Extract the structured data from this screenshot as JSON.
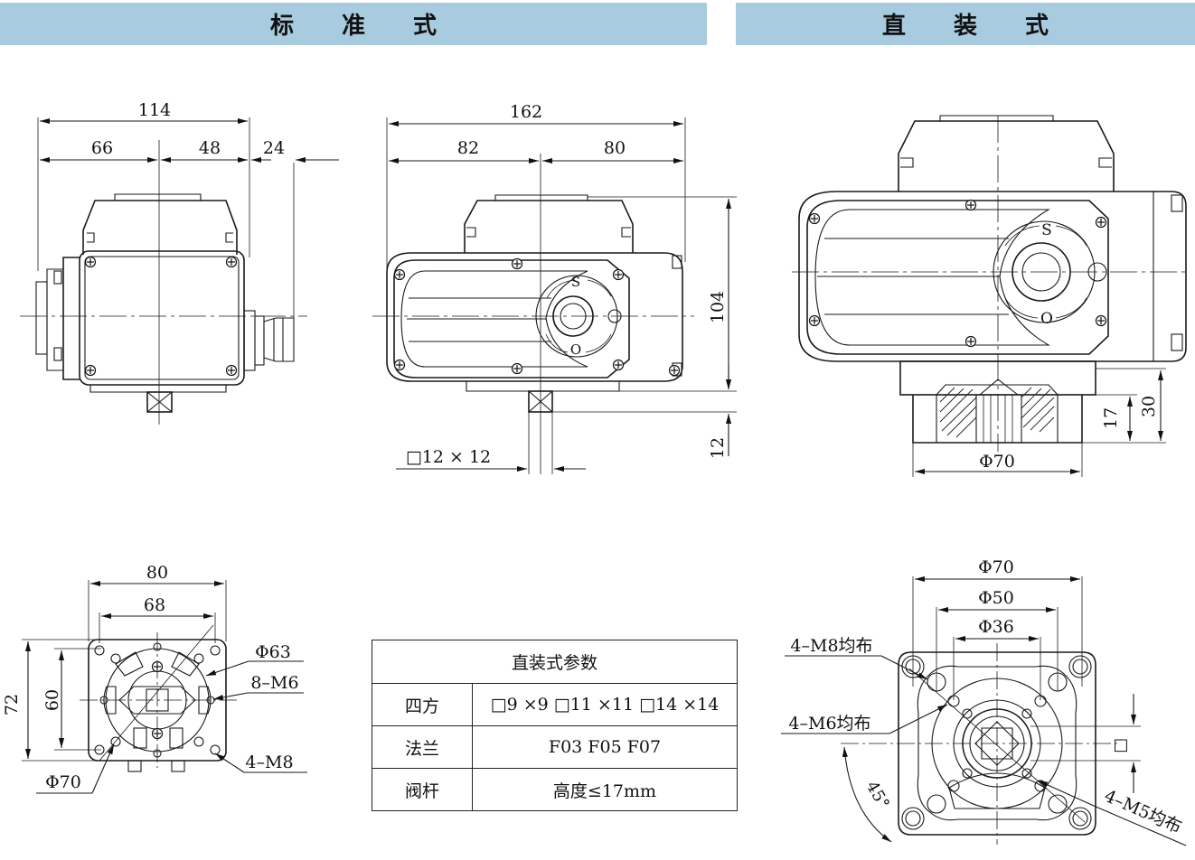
{
  "headers": {
    "standard": "标 准 式",
    "direct": "直 装 式"
  },
  "dims": {
    "d114": "114",
    "d66": "66",
    "d48": "48",
    "d24": "24",
    "d162": "162",
    "d82": "82",
    "d80": "80",
    "d104": "104",
    "d12": "12",
    "shaft": "□12 × 12",
    "d30": "30",
    "d17": "17",
    "phi70_side": "Φ70",
    "b80": "80",
    "b68": "68",
    "b72": "72",
    "b60": "60",
    "phi63": "Φ63",
    "m8_8": "8–M6",
    "m8_4": "4–M8",
    "phi70_b": "Φ70",
    "f70": "Φ70",
    "f50": "Φ50",
    "f36": "Φ36",
    "m8even": "4–M8均布",
    "m6even": "4–M6均布",
    "angle": "45°",
    "m5even": "4–M5均布",
    "square": "□",
    "s_mark": "S",
    "o_mark": "O"
  },
  "table": {
    "title": "直装式参数",
    "rows": [
      {
        "key": "四方",
        "value": "□9 ×9  □11 ×11  □14 ×14"
      },
      {
        "key": "法兰",
        "value": "F03   F05   F07"
      },
      {
        "key": "阀杆",
        "value": "高度≤17mm"
      }
    ]
  }
}
